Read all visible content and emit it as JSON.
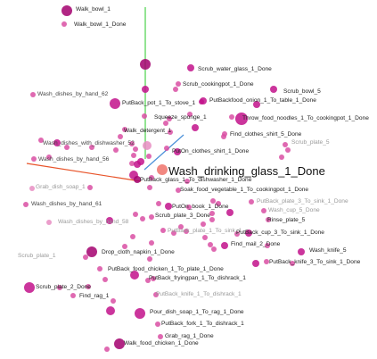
{
  "colors": {
    "magenta_dark": "#a3006e",
    "magenta": "#c2128b",
    "pink": "#d94fa3",
    "pink_light": "#e88dc2",
    "highlight": "#f0736b",
    "axis_x": "#e8542a",
    "axis_y": "#4ad14a",
    "axis_z": "#4a90d9"
  },
  "focus_label": "Wash_drinking_glass_1_Done",
  "labels": [
    "Walk_bowl_1",
    "Walk_bowl_1_Done",
    "Scrub_water_glass_1_Done",
    "Scrub_cookingpot_1_Done",
    "Scrub_bowl_5",
    "Wash_dishes_by_hand_62",
    "PutBack_pot_1_To_stove_1",
    "PutBackfood_onion_1_To_table_1_Done",
    "Squeeze_sponge_1",
    "Throw_food_noodles_1_To_cookingpot_1_Done",
    "Walk_detergent_1",
    "Find_clothes_shirt_5_Done",
    "Scrub_plate_5",
    "Wash_dishes_with_dishwasher_52",
    "PutOn_clothes_shirt_1_Done",
    "Wash_dishes_by_hand_56",
    "PutBack_glass_1_To_dishwasher_1_Done",
    "Grab_dish_soap_1",
    "Soak_food_vegetable_1_To_cookingpot_1_Done",
    "PutBack_plate_3_To_sink_1_Done",
    "Wash_dishes_by_hand_61",
    "PutOn_book_1_Done",
    "Wash_cup_5_Done",
    "Wash_dishes_by_hand_58",
    "Scrub_plate_3_Done",
    "Rinse_plate_5",
    "PutBack_plate_1_To_sink_1",
    "PutBack_cup_3_To_sink_1_Done",
    "Find_mail_2_Done",
    "Scrub_plate_1",
    "Wash_knife_5",
    "Drop_cloth_napkin_1_Done",
    "PutBack_knife_3_To_sink_1_Done",
    "PutBack_food_chicken_1_To_plate_1_Done",
    "PutBack_fryingpan_1_To_dishrack_1",
    "Scrub_plate_2_Done",
    "Find_rag_1",
    "PutBack_knife_1_To_dishrack_1",
    "Pour_dish_soap_1_To_rag_1_Done",
    "PutBack_fork_1_To_dishrack_1",
    "Grab_rag_1_Done",
    "Walk_food_chicken_1_Done"
  ]
}
